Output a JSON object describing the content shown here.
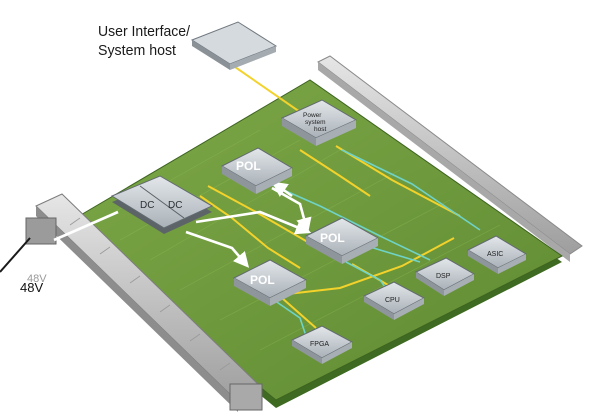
{
  "labels": {
    "host_line1": "User Interface/",
    "host_line2": "System host",
    "input_voltage": "48V",
    "input_voltage_ghost": "48V"
  },
  "blocks": {
    "dc_left": "DC",
    "dc_right": "DC",
    "pol_top": "POL",
    "pol_middle": "POL",
    "pol_bottom": "POL",
    "power_system_host_line1": "Power",
    "power_system_host_line2": "system",
    "power_system_host_line3": "host",
    "asic": "ASIC",
    "dsp": "DSP",
    "cpu": "CPU",
    "fpga": "FPGA"
  },
  "colors": {
    "board": "#6f9a3c",
    "board_dark": "#4e7428",
    "chip": "#b8bfc6",
    "chip_top": "#d9dee2",
    "chip_shadow": "#7d858c",
    "rail": "#c9c9c9",
    "trace_yellow": "#f2d22b",
    "trace_teal": "#6fd3c8",
    "arrow_white": "#ffffff"
  }
}
